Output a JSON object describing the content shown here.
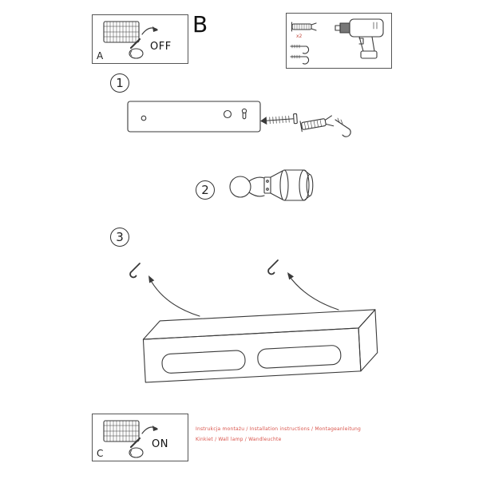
{
  "panel_a": {
    "label": "A",
    "switch_state": "OFF"
  },
  "section_b": {
    "label": "B",
    "anchor_count": "x2"
  },
  "panel_c": {
    "label": "C",
    "switch_state": "ON"
  },
  "steps": {
    "one": "1",
    "two": "2",
    "three": "3"
  },
  "footer": {
    "line1": "Instrukcja montażu / Installation instructions / Montageanleitung",
    "line2": "Kinkiet / Wall lamp / Wandleuchte"
  },
  "colors": {
    "accent": "#d9534a",
    "line": "#3a3a3a"
  }
}
